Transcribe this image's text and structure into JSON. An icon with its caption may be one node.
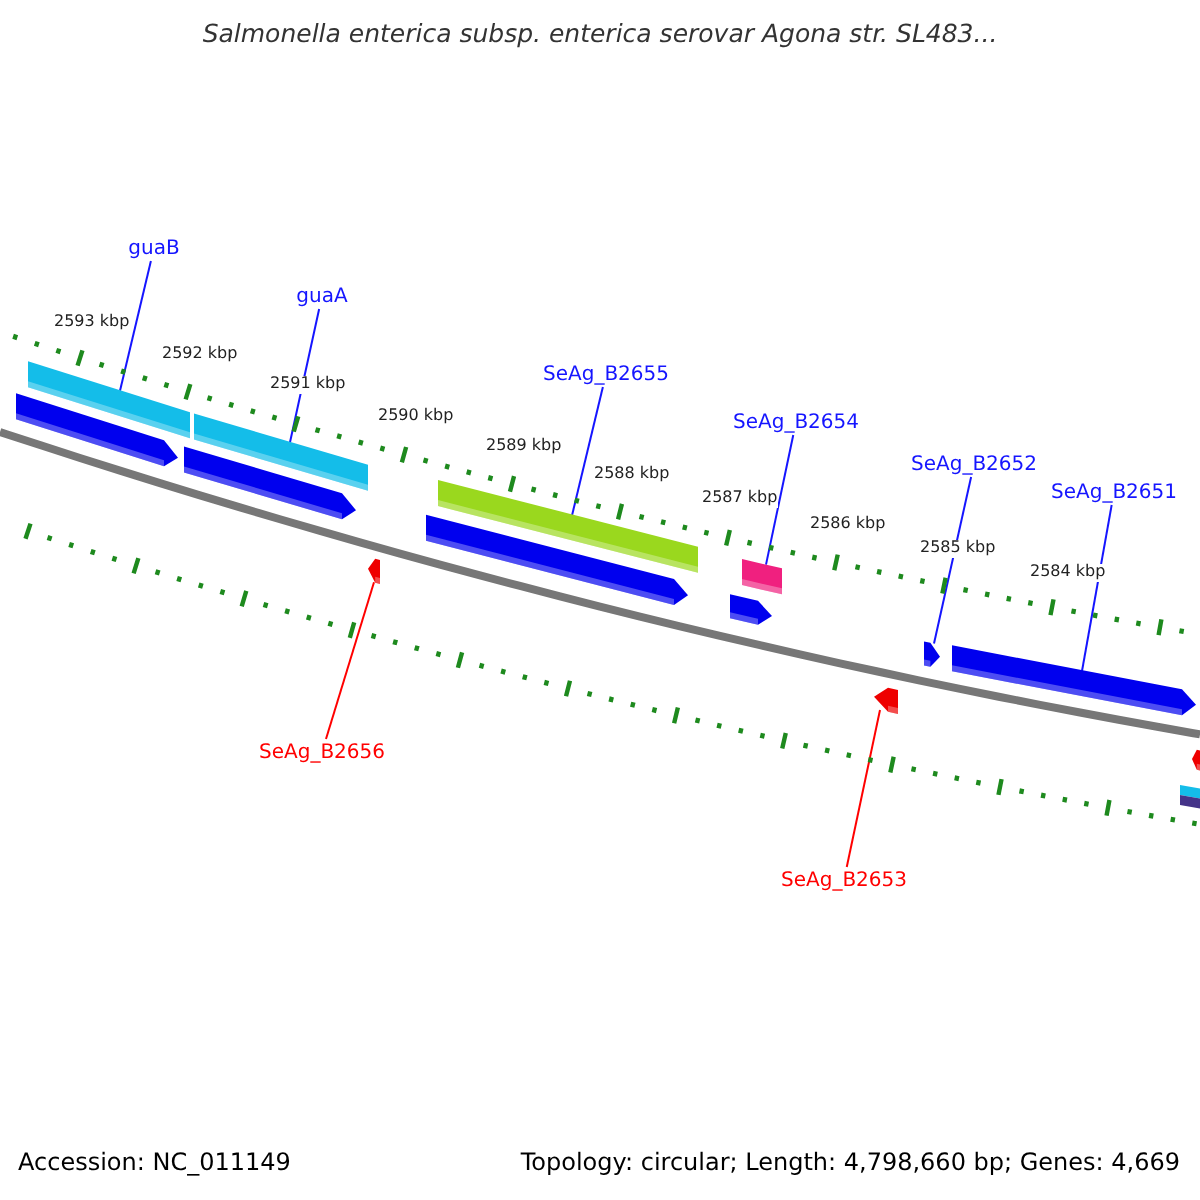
{
  "diagram": {
    "title": "Salmonella enterica subsp. enterica serovar Agona str. SL483...",
    "nodes": [
      {
        "text": [
          "guaB"
        ]
      },
      {
        "text": [
          "guaA"
        ]
      },
      {
        "text": [
          "SeAg_B2655"
        ]
      },
      {
        "text": [
          "SeAg_B2654"
        ]
      },
      {
        "text": [
          "SeAg_B2652"
        ]
      },
      {
        "text": [
          "SeAg_B2651"
        ]
      },
      {
        "text": [
          "SeAg_B2656"
        ]
      },
      {
        "text": [
          "SeAg_B2653"
        ]
      },
      {
        "text": [],
        "shape": "bar"
      },
      {
        "text": [],
        "shape": "bar"
      },
      {
        "text": [],
        "shape": "bar"
      },
      {
        "text": [],
        "shape": "bar"
      },
      {
        "text": [],
        "shape": "arrow"
      },
      {
        "text": [],
        "shape": "arrow"
      },
      {
        "text": [],
        "shape": "arrow"
      },
      {
        "text": [],
        "shape": "arrow"
      }
    ],
    "edges": [
      {
        "from": 0,
        "to": 8,
        "arrow": "none"
      },
      {
        "from": 1,
        "to": 9,
        "arrow": "none"
      },
      {
        "from": 2,
        "to": 10,
        "arrow": "none"
      },
      {
        "from": 3,
        "to": 11,
        "arrow": "none"
      },
      {
        "from": 4,
        "to": 12,
        "arrow": "none"
      },
      {
        "from": 5,
        "to": 13,
        "arrow": "none"
      },
      {
        "from": 6,
        "to": 14,
        "arrow": "none",
        "color": "#ff0000"
      },
      {
        "from": 7,
        "to": 15,
        "arrow": "none",
        "color": "#ff0000"
      }
    ],
    "labels": [
      "2593 kbp",
      "2592 kbp",
      "2591 kbp",
      "2590 kbp",
      "2589 kbp",
      "2588 kbp",
      "2587 kbp",
      "2586 kbp",
      "2585 kbp",
      "2584 kbp",
      "Accession: NC_011149",
      "Topology: circular; Length: 4,798,660 bp; Genes: 4,669"
    ]
  }
}
